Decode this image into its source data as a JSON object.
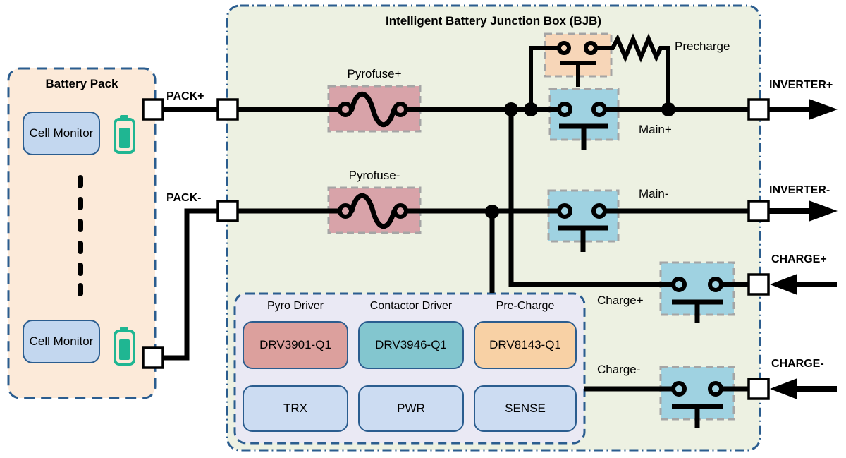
{
  "battery_pack": {
    "title": "Battery Pack",
    "cell_monitor_1": "Cell Monitor",
    "cell_monitor_2": "Cell Monitor"
  },
  "terminals": {
    "pack_plus": "PACK+",
    "pack_minus": "PACK-",
    "inverter_plus": "INVERTER+",
    "inverter_minus": "INVERTER-",
    "charge_plus": "CHARGE+",
    "charge_minus": "CHARGE-"
  },
  "bjb": {
    "title": "Intelligent Battery Junction Box (BJB)",
    "pyrofuse_plus_label": "Pyrofuse+",
    "pyrofuse_minus_label": "Pyrofuse-",
    "precharge_label": "Precharge",
    "main_plus_label": "Main+",
    "main_minus_label": "Main-",
    "charge_plus_label": "Charge+",
    "charge_minus_label": "Charge-"
  },
  "driver_box": {
    "columns": [
      {
        "header": "Pyro Driver",
        "chip": "DRV3901-Q1",
        "sub": "TRX"
      },
      {
        "header": "Contactor Driver",
        "chip": "DRV3946-Q1",
        "sub": "PWR"
      },
      {
        "header": "Pre-Charge",
        "chip": "DRV8143-Q1",
        "sub": "SENSE"
      }
    ]
  },
  "colors": {
    "outline_blue": "#2b5d8f",
    "bjb_fill": "#edf1e2",
    "battery_pack_fill": "#fcead9",
    "driver_box_fill": "#eae9f4",
    "pyrofuse_fill": "#d8a3a9",
    "contactor_fill": "#9fd2e1",
    "precharge_fill": "#f7d6b8",
    "chip_pyro_fill": "#dca09d",
    "chip_contactor_fill": "#83c6cf",
    "chip_precharge_fill": "#f8d1a5",
    "sub_block_fill": "#ccdcf2",
    "cell_monitor_fill": "#c3d7ef",
    "battery_icon_green": "#1fb692",
    "symbol_dash_gray": "#a5a5a5",
    "wire_black": "#000000"
  }
}
